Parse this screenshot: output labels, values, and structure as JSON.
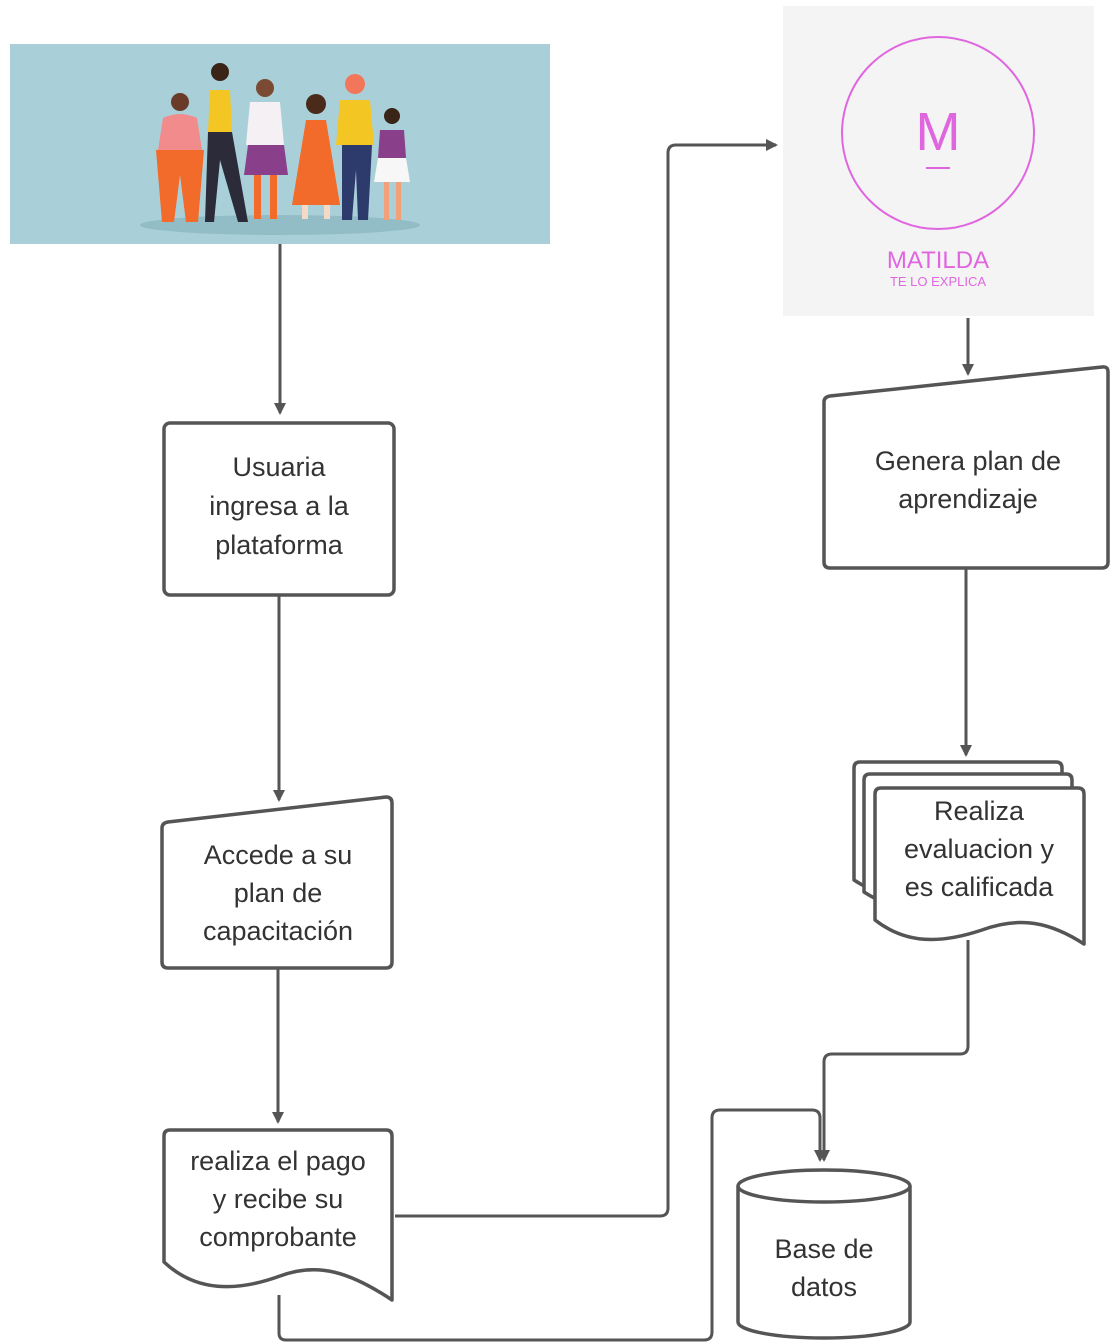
{
  "nodes": {
    "usuaria": {
      "lines": [
        "Usuaria",
        "ingresa a la",
        "plataforma"
      ]
    },
    "accede": {
      "lines": [
        "Accede a su",
        "plan  de",
        "capacitación"
      ]
    },
    "pago": {
      "lines": [
        "realiza el pago",
        "y recibe su",
        "comprobante"
      ]
    },
    "genera": {
      "lines": [
        "Genera plan de",
        "aprendizaje"
      ]
    },
    "evaluacion": {
      "lines": [
        "Realiza",
        "evaluacion y",
        "es calificada"
      ]
    },
    "base": {
      "lines": [
        "Base de",
        "datos"
      ]
    }
  },
  "logo": {
    "letter": "M",
    "name": "MATILDA",
    "tagline": "TE LO EXPLICA",
    "color": "#e066e0"
  },
  "banner": {
    "background": "#a9d0d9"
  },
  "colors": {
    "stroke": "#555555",
    "text": "#333333"
  }
}
